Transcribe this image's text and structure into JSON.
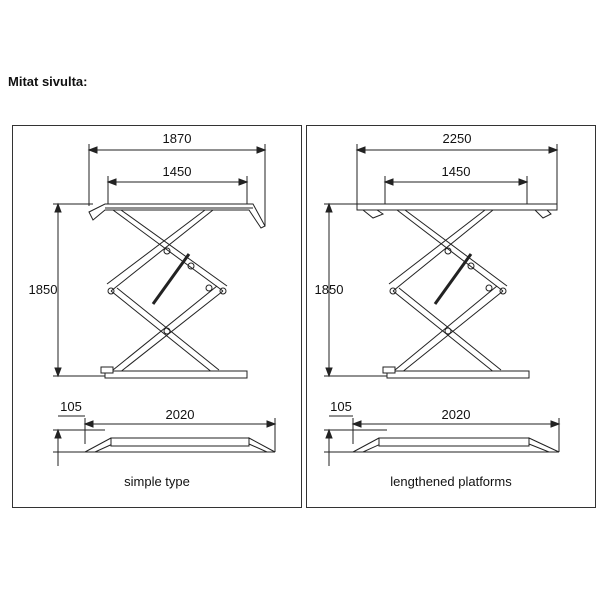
{
  "heading": "Mitat sivulta:",
  "panels": [
    {
      "caption": "simple type",
      "dims": {
        "overall_width": "1870",
        "inner_width": "1450",
        "height": "1850",
        "low_height": "105",
        "base_length": "2020"
      }
    },
    {
      "caption": "lengthened platforms",
      "dims": {
        "overall_width": "2250",
        "inner_width": "1450",
        "height": "1850",
        "low_height": "105",
        "base_length": "2020"
      }
    }
  ]
}
